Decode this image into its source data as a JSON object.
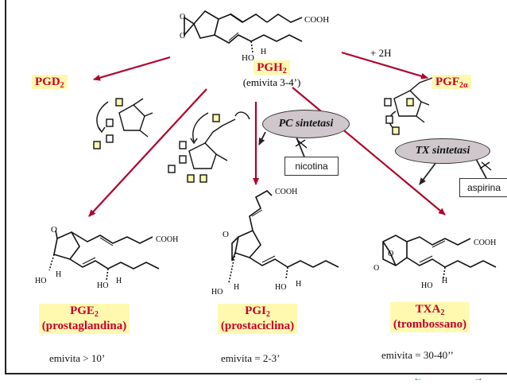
{
  "top": {
    "name_main": "PGH",
    "name_sub": "2",
    "halflife": "(emivita 3-4’)",
    "cooh": "COOH",
    "ho": "HO",
    "h": "H"
  },
  "side_left": {
    "name_main": "PGD",
    "name_sub": "2"
  },
  "side_right": {
    "name_main": "PGF",
    "name_sub": "2α",
    "reagent": "+ 2H"
  },
  "enzymes": {
    "pc": "PC sintetasi",
    "tx": "TX sintetasi"
  },
  "inhibitors": {
    "nicotina": "nicotina",
    "aspirina": "aspirina"
  },
  "products": [
    {
      "name_main": "PGE",
      "name_sub": "2",
      "common": "(prostaglandina)",
      "halflife": "emivita > 10’"
    },
    {
      "name_main": "PGI",
      "name_sub": "2",
      "common": "(prostaciclina)",
      "halflife": "emivita = 2-3’"
    },
    {
      "name_main": "TXA",
      "name_sub": "2",
      "common": "(trombossano)",
      "halflife": "emivita = 30-40’’"
    }
  ],
  "structure_labels": {
    "cooh": "COOH",
    "ho": "HO",
    "h": "H",
    "o": "O"
  },
  "colors": {
    "arrow": "#b0002a",
    "name_text": "#c4002a",
    "label_bg": "#fff9b0",
    "enzyme_bg": "#cfc7cc"
  }
}
